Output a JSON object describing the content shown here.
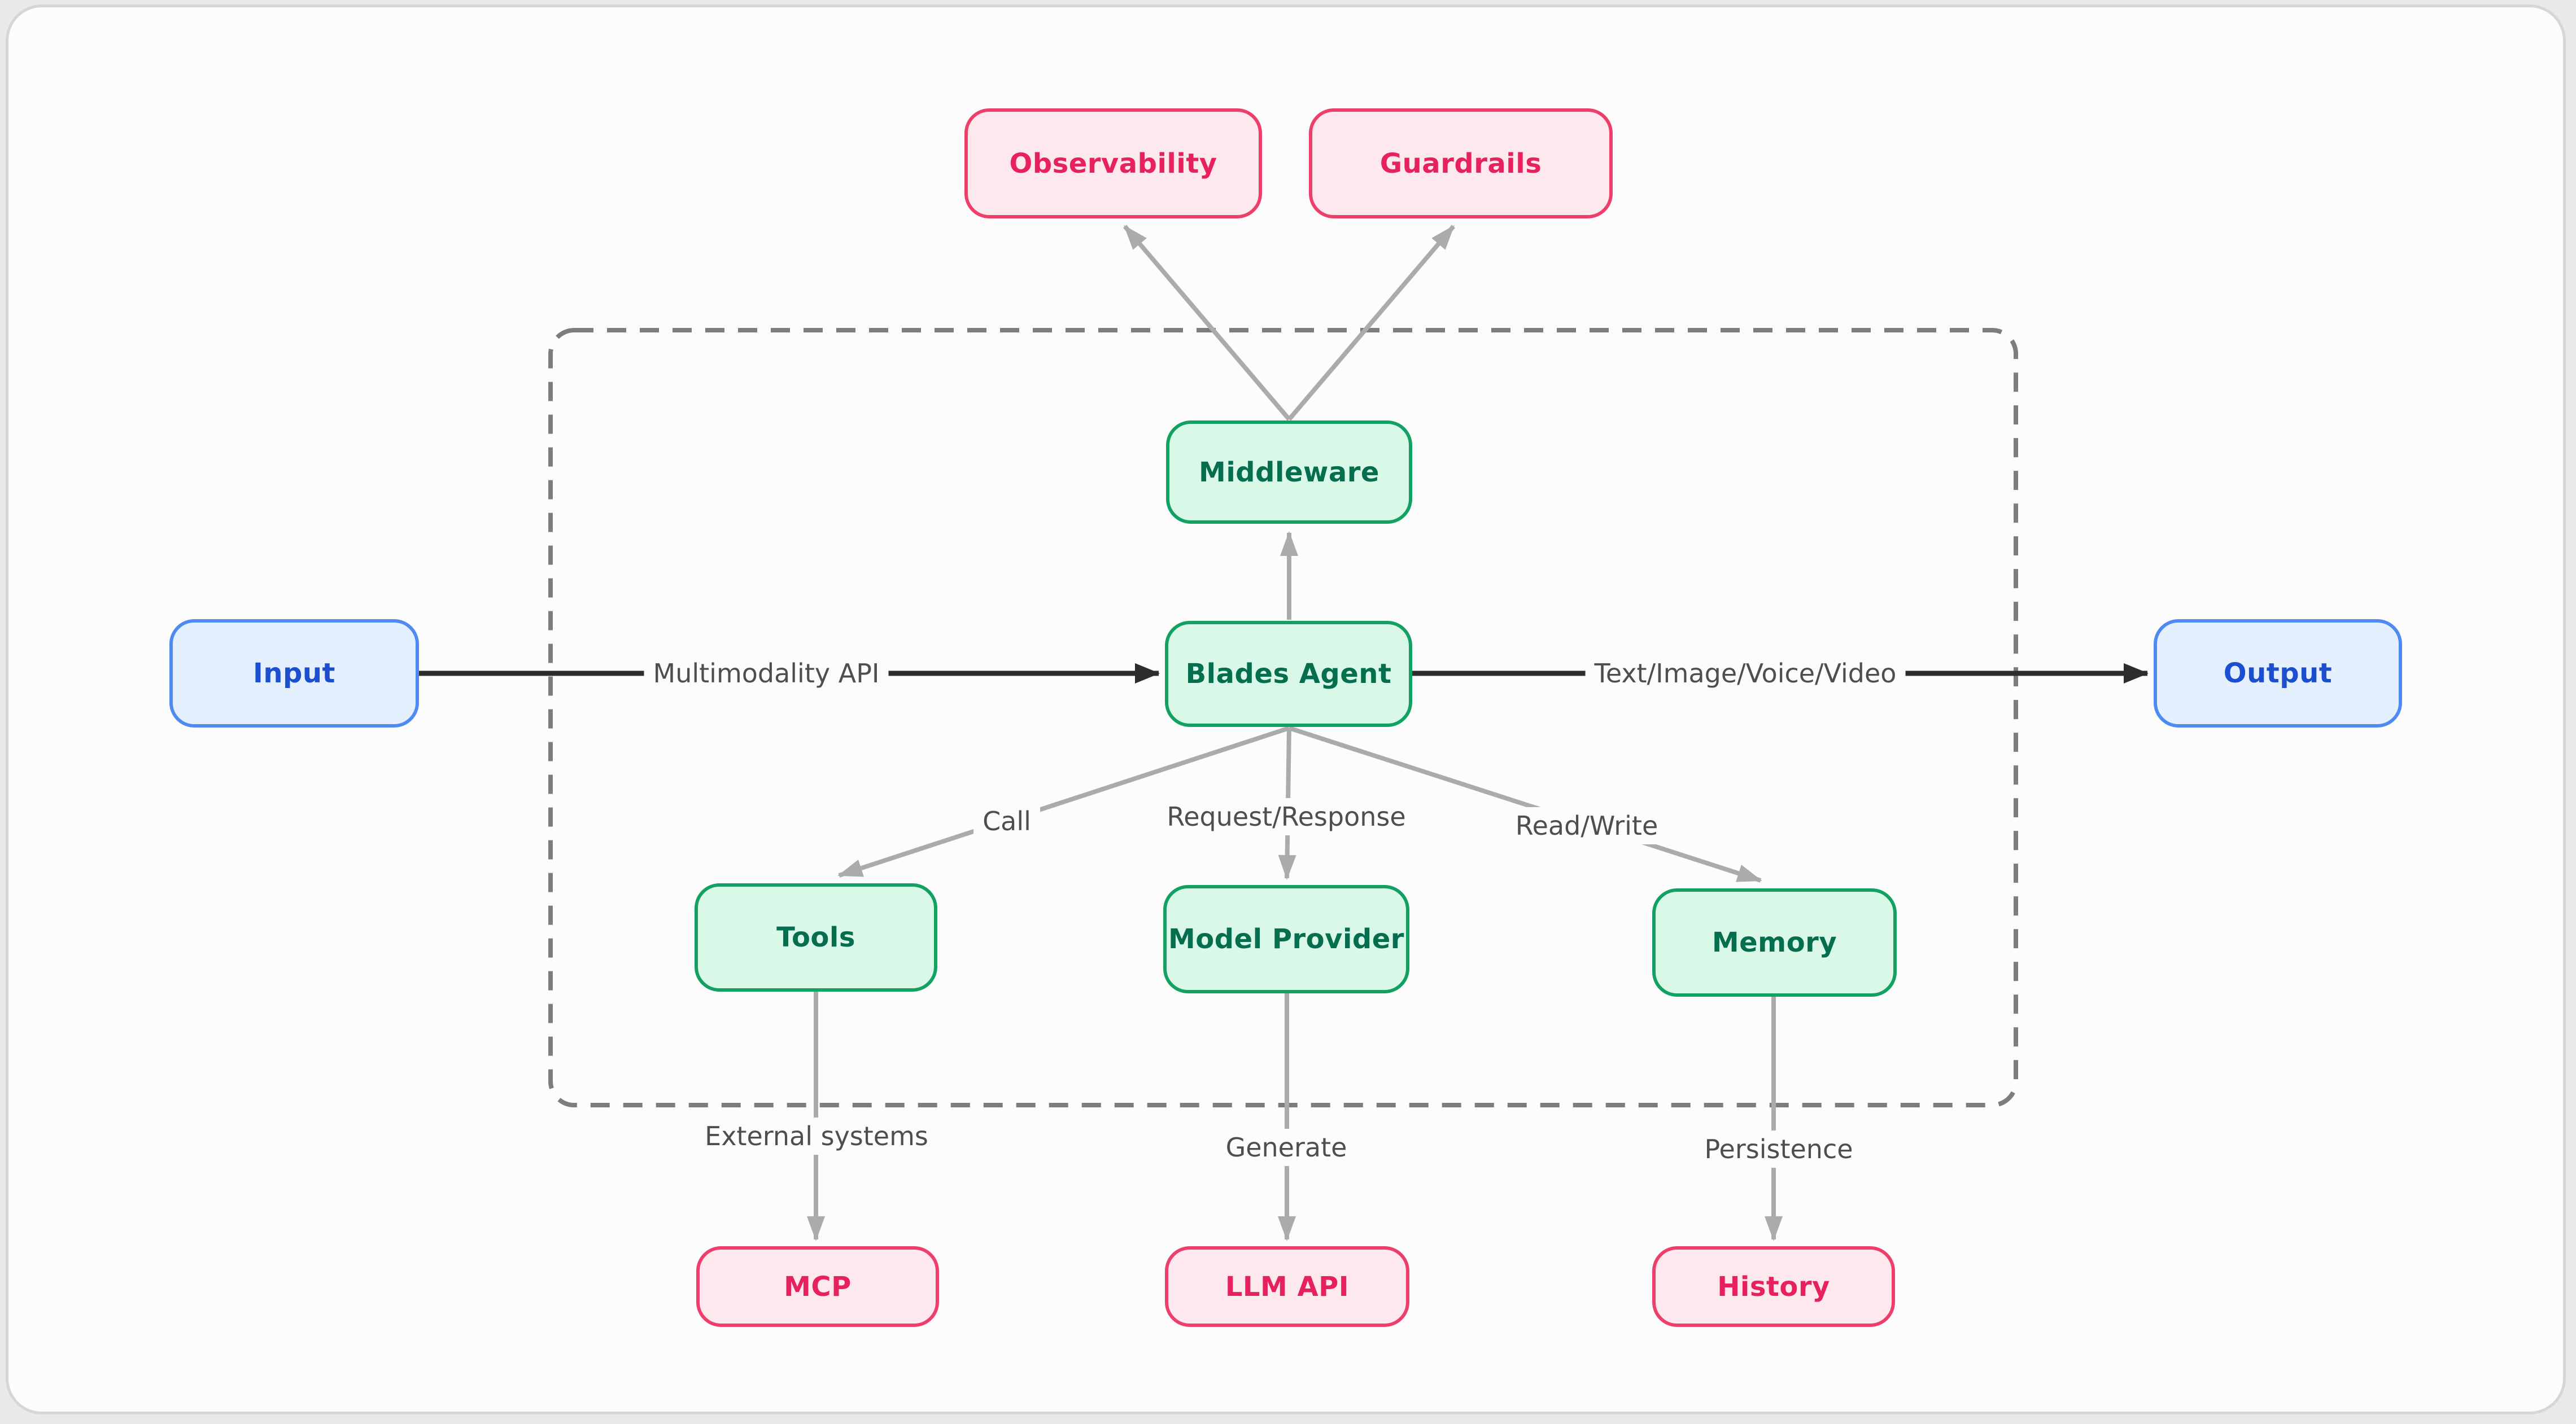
{
  "diagram": {
    "nodes": {
      "observability": {
        "label": "Observability"
      },
      "guardrails": {
        "label": "Guardrails"
      },
      "middleware": {
        "label": "Middleware"
      },
      "blades_agent": {
        "label": "Blades Agent"
      },
      "input": {
        "label": "Input"
      },
      "output": {
        "label": "Output"
      },
      "tools": {
        "label": "Tools"
      },
      "model_provider": {
        "label": "Model Provider"
      },
      "memory": {
        "label": "Memory"
      },
      "mcp": {
        "label": "MCP"
      },
      "llm_api": {
        "label": "LLM API"
      },
      "history": {
        "label": "History"
      }
    },
    "edges": {
      "input_agent": {
        "label": "Multimodality API"
      },
      "agent_output": {
        "label": "Text/Image/Voice/Video"
      },
      "agent_tools": {
        "label": "Call"
      },
      "agent_model": {
        "label": "Request/Response"
      },
      "agent_memory": {
        "label": "Read/Write"
      },
      "tools_mcp": {
        "label": "External systems"
      },
      "model_llm": {
        "label": "Generate"
      },
      "memory_history": {
        "label": "Persistence"
      }
    },
    "colors": {
      "canvas-bg": "#fcfcfc",
      "frame-border": "#d6d6d6",
      "green-fill": "#d9f8e8",
      "green-border": "#12a162",
      "green-text": "#056e4f",
      "pink-fill": "#fde8ee",
      "pink-border": "#ee3f6a",
      "pink-text": "#e6215e",
      "blue-fill": "#e4f0fd",
      "blue-border": "#4f89f2",
      "blue-text": "#1b4fd0",
      "edge-gray": "#ababab",
      "edge-black": "#2d2d2d",
      "dash-border": "#7d7d7d",
      "label-text": "#4e4e4e"
    }
  }
}
